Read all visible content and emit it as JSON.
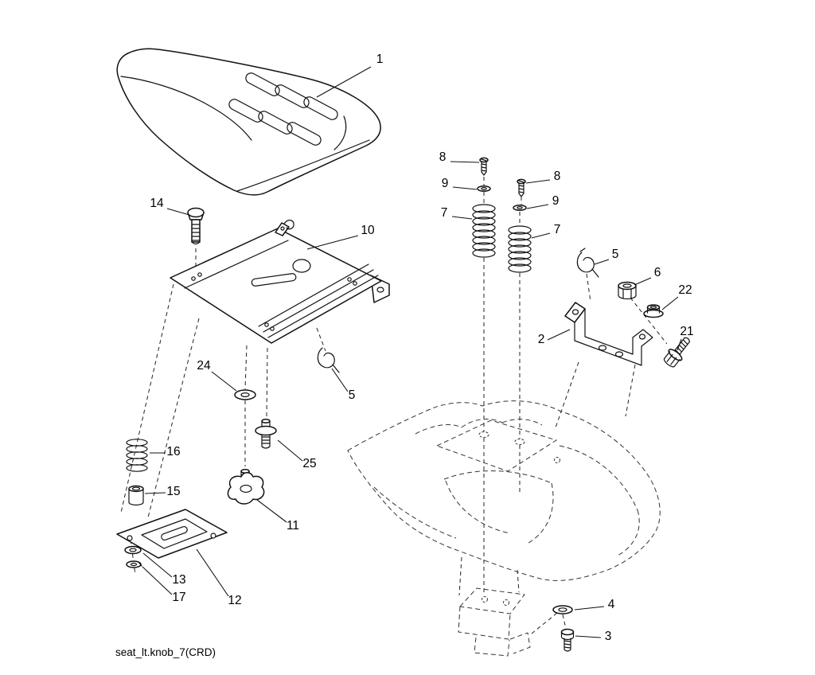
{
  "figure": {
    "caption": "seat_lt.knob_7(CRD)",
    "callouts": [
      {
        "n": "1"
      },
      {
        "n": "14"
      },
      {
        "n": "10"
      },
      {
        "n": "8"
      },
      {
        "n": "9"
      },
      {
        "n": "7"
      },
      {
        "n": "8"
      },
      {
        "n": "9"
      },
      {
        "n": "7"
      },
      {
        "n": "5"
      },
      {
        "n": "6"
      },
      {
        "n": "22"
      },
      {
        "n": "21"
      },
      {
        "n": "2"
      },
      {
        "n": "24"
      },
      {
        "n": "5"
      },
      {
        "n": "16"
      },
      {
        "n": "25"
      },
      {
        "n": "15"
      },
      {
        "n": "11"
      },
      {
        "n": "13"
      },
      {
        "n": "17"
      },
      {
        "n": "12"
      },
      {
        "n": "4"
      },
      {
        "n": "3"
      }
    ]
  }
}
